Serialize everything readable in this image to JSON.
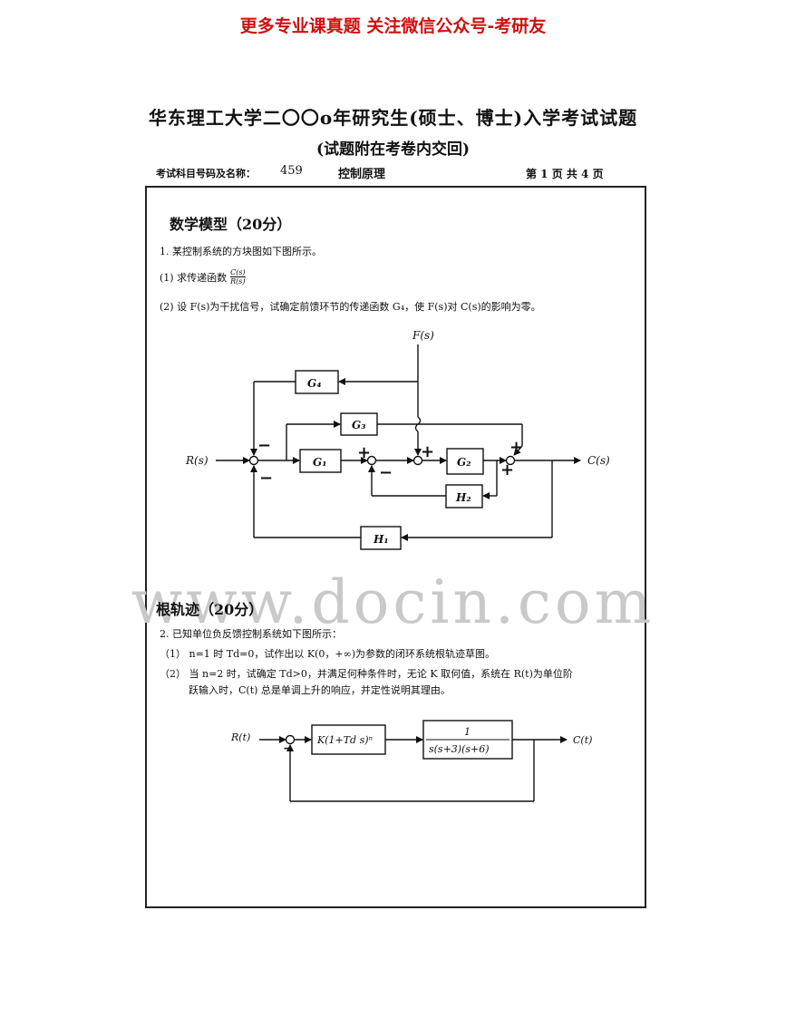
{
  "banner": "更多专业课真题 关注微信公众号-考研友",
  "exam": {
    "title": "华东理工大学二〇〇o年研究生(硕士、博士)入学考试试题",
    "subtitle": "(试题附在考卷内交回)",
    "subject_label": "考试科目号码及名称：",
    "subject_code": "459",
    "subject_name": "控制原理",
    "page_info": "第 1 页   共 4 页"
  },
  "section1": {
    "heading": "数学模型（20分）",
    "q1": "1. 某控制系统的方块图如下图所示。",
    "q1_a_prefix": "(1) 求传递函数",
    "q1_a_num": "C(s)",
    "q1_a_den": "R(s)",
    "q1_b": "(2) 设 F(s)为干扰信号，试确定前馈环节的传递函数 G₄，使 F(s)对 C(s)的影响为零。",
    "diagram": {
      "input": "R(s)",
      "output": "C(s)",
      "disturbance": "F(s)",
      "g1": "G₁",
      "g2": "G₂",
      "g3": "G₃",
      "g4": "G₄",
      "h1": "H₁",
      "h2": "H₂",
      "plus": "+",
      "minus": "−"
    }
  },
  "watermark": "www.docin.com",
  "section2": {
    "heading": "根轨迹（20分）",
    "q2": "2. 已知单位负反馈控制系统如下图所示：",
    "q2_1": "（1） n=1 时 Td=0，试作出以 K(0，+∞)为参数的闭环系统根轨迹草图。",
    "q2_2a": "（2） 当 n=2 时，试确定 Td>0，并满足何种条件时，无论 K 取何值，系统在 R(t)为单位阶",
    "q2_2b": "跃输入时，C(t) 总是单调上升的响应，并定性说明其理由。",
    "diagram": {
      "input": "R(t)",
      "output": "C(t)",
      "controller": "K(1+Td s)ⁿ",
      "plant_num": "1",
      "plant_den": "s(s+3)(s+6)"
    }
  }
}
